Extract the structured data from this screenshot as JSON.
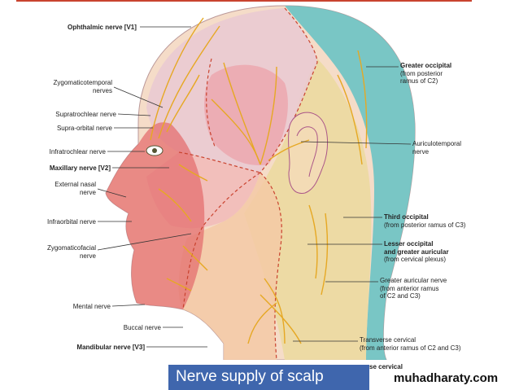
{
  "labels": {
    "ophthalmic": "Ophthalmic nerve [V1]",
    "zygomaticotemporal": "Zygomaticotemporal",
    "zygomaticotemporal_2": "nerves",
    "supratrochlear": "Supratrochlear nerve",
    "supraorbital": "Supra-orbital nerve",
    "infratrochlear": "Infratrochlear nerve",
    "maxillary": "Maxillary nerve [V2]",
    "external_nasal": "External nasal",
    "external_nasal_2": "nerve",
    "infraorbital": "Infraorbital nerve",
    "zygomaticofacial": "Zygomaticofacial",
    "zygomaticofacial_2": "nerve",
    "mental": "Mental nerve",
    "buccal": "Buccal nerve",
    "mandibular": "Mandibular nerve [V3]",
    "greater_occipital": "Greater occipital",
    "greater_occipital_2": "(from posterior",
    "greater_occipital_3": "ramus of C2)",
    "auriculotemporal": "Auriculotemporal",
    "auriculotemporal_2": "nerve",
    "third_occipital": "Third occipital",
    "third_occipital_2": "(from posterior ramus of C3)",
    "lesser_occipital": "Lesser occipital",
    "lesser_occipital_2": "and greater auricular",
    "lesser_occipital_3": "(from cervical plexus)",
    "greater_auricular": "Greater auricular nerve",
    "greater_auricular_2": "(from anterior ramus",
    "greater_auricular_3": "of C2 and C3)",
    "transverse_cervical": "Transverse cervical",
    "transverse_cervical_2": "(from anterior ramus of C2 and C3)"
  },
  "caption": "Nerve supply of scalp",
  "caption_tail": "se cervical",
  "watermark": "muhadharaty.com",
  "colors": {
    "caption_bg": "#3f66ad",
    "skin": "#f5dcc8",
    "v1_region": "#e9c9d2",
    "v2_region": "#f1b8b8",
    "v3_region": "#f3c9a6",
    "occipital_region": "#6cc3c4",
    "auricular_region": "#ecd9a0",
    "muscle": "#e46f6f",
    "nerve": "#e6a823"
  }
}
